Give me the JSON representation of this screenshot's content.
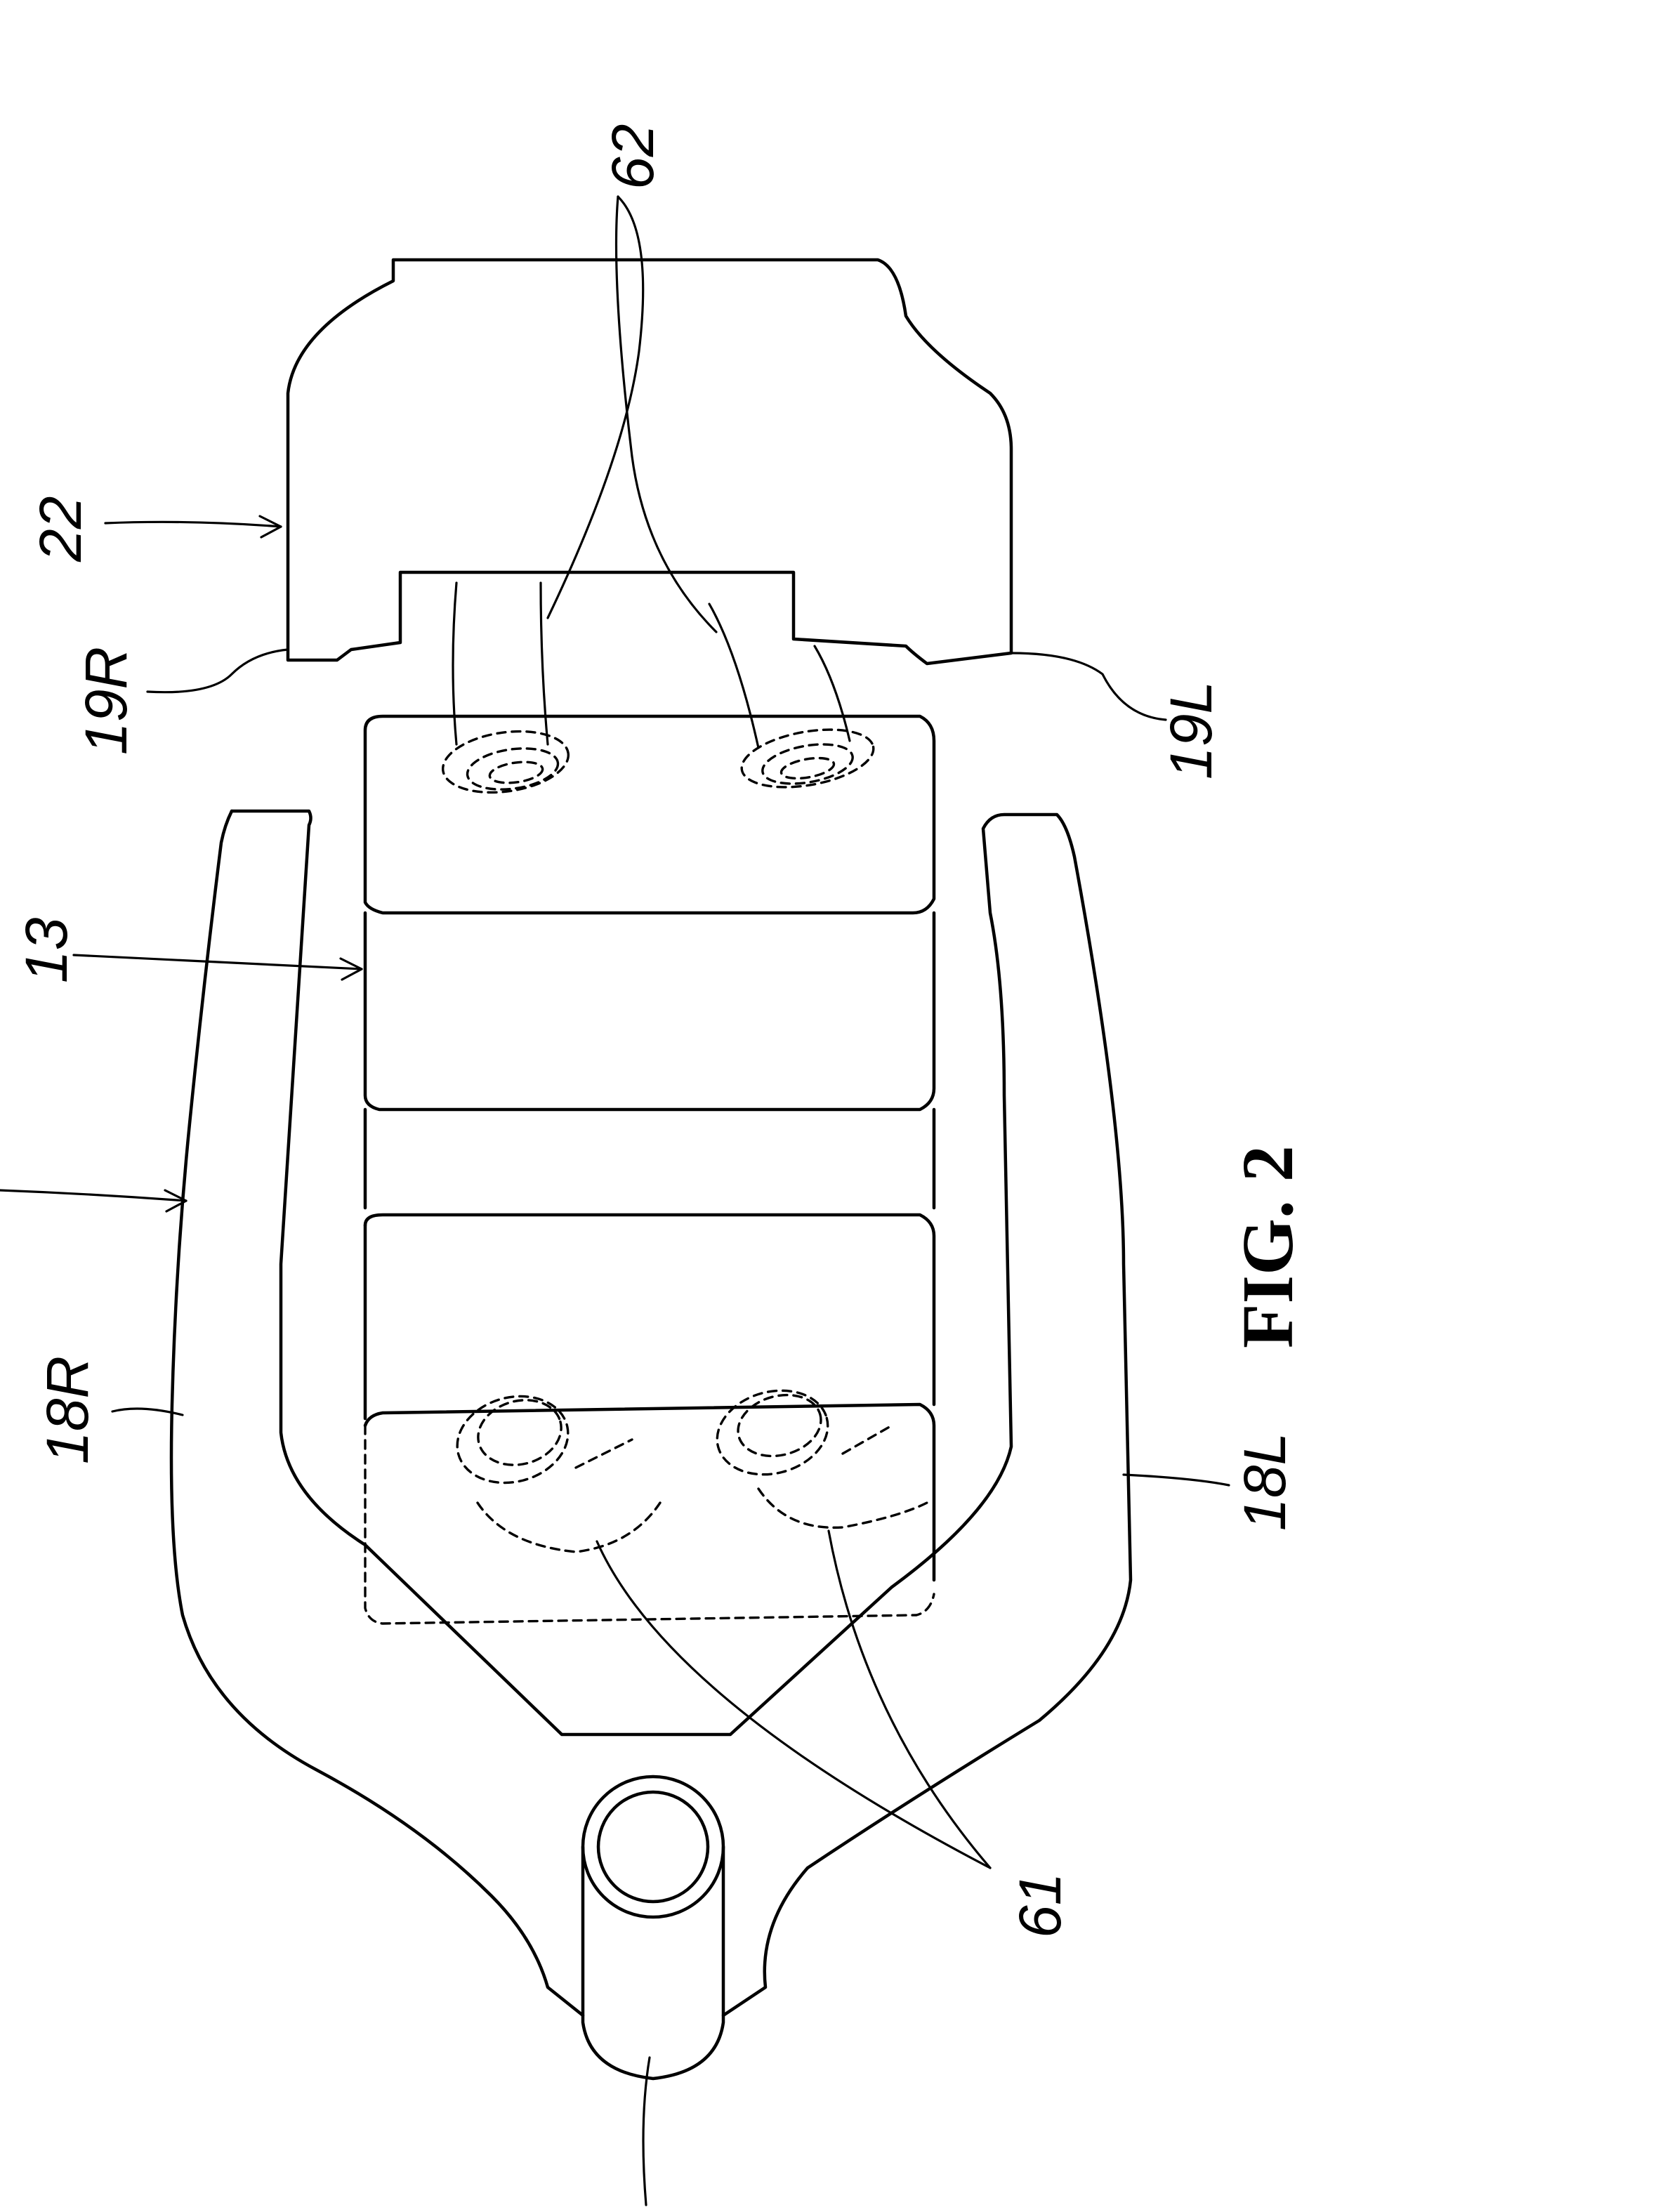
{
  "figure": {
    "caption": "FIG. 2",
    "reference_labels": {
      "outer_frame": "22",
      "inner_body": "13",
      "right_mount": "19R",
      "left_mount": "19L",
      "right_arm": "18R",
      "left_arm": "18L",
      "upper_ports": "62",
      "lower_ports": "61"
    }
  }
}
